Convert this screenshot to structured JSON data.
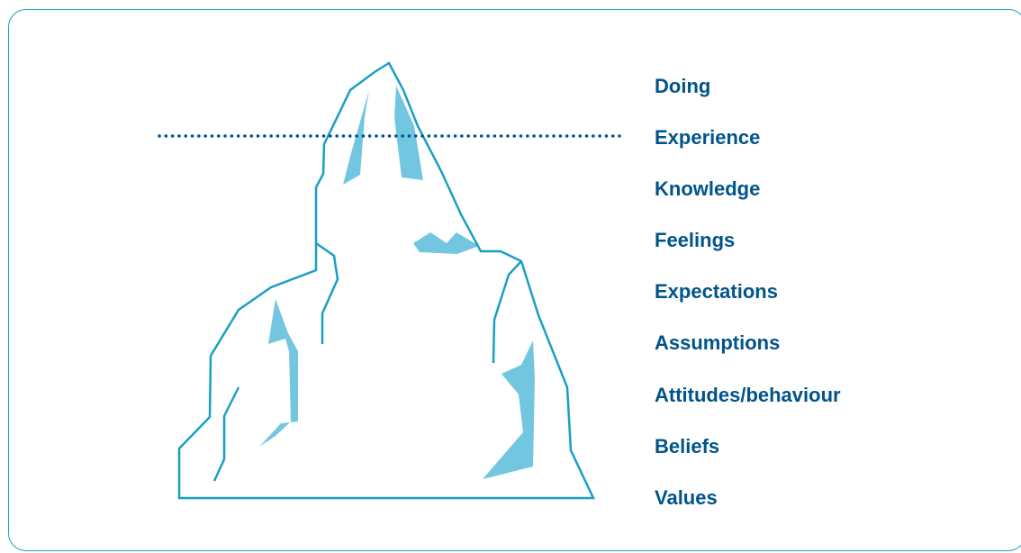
{
  "layers": [
    "Doing",
    "Experience",
    "Knowledge",
    "Feelings",
    "Expectations",
    "Assumptions",
    "Attitudes/behaviour",
    "Beliefs",
    "Values"
  ],
  "colors": {
    "outline": "#1a9fc4",
    "ice_fill": "#72c6e0",
    "waterline": "#00548a",
    "label_text": "#00548a"
  }
}
